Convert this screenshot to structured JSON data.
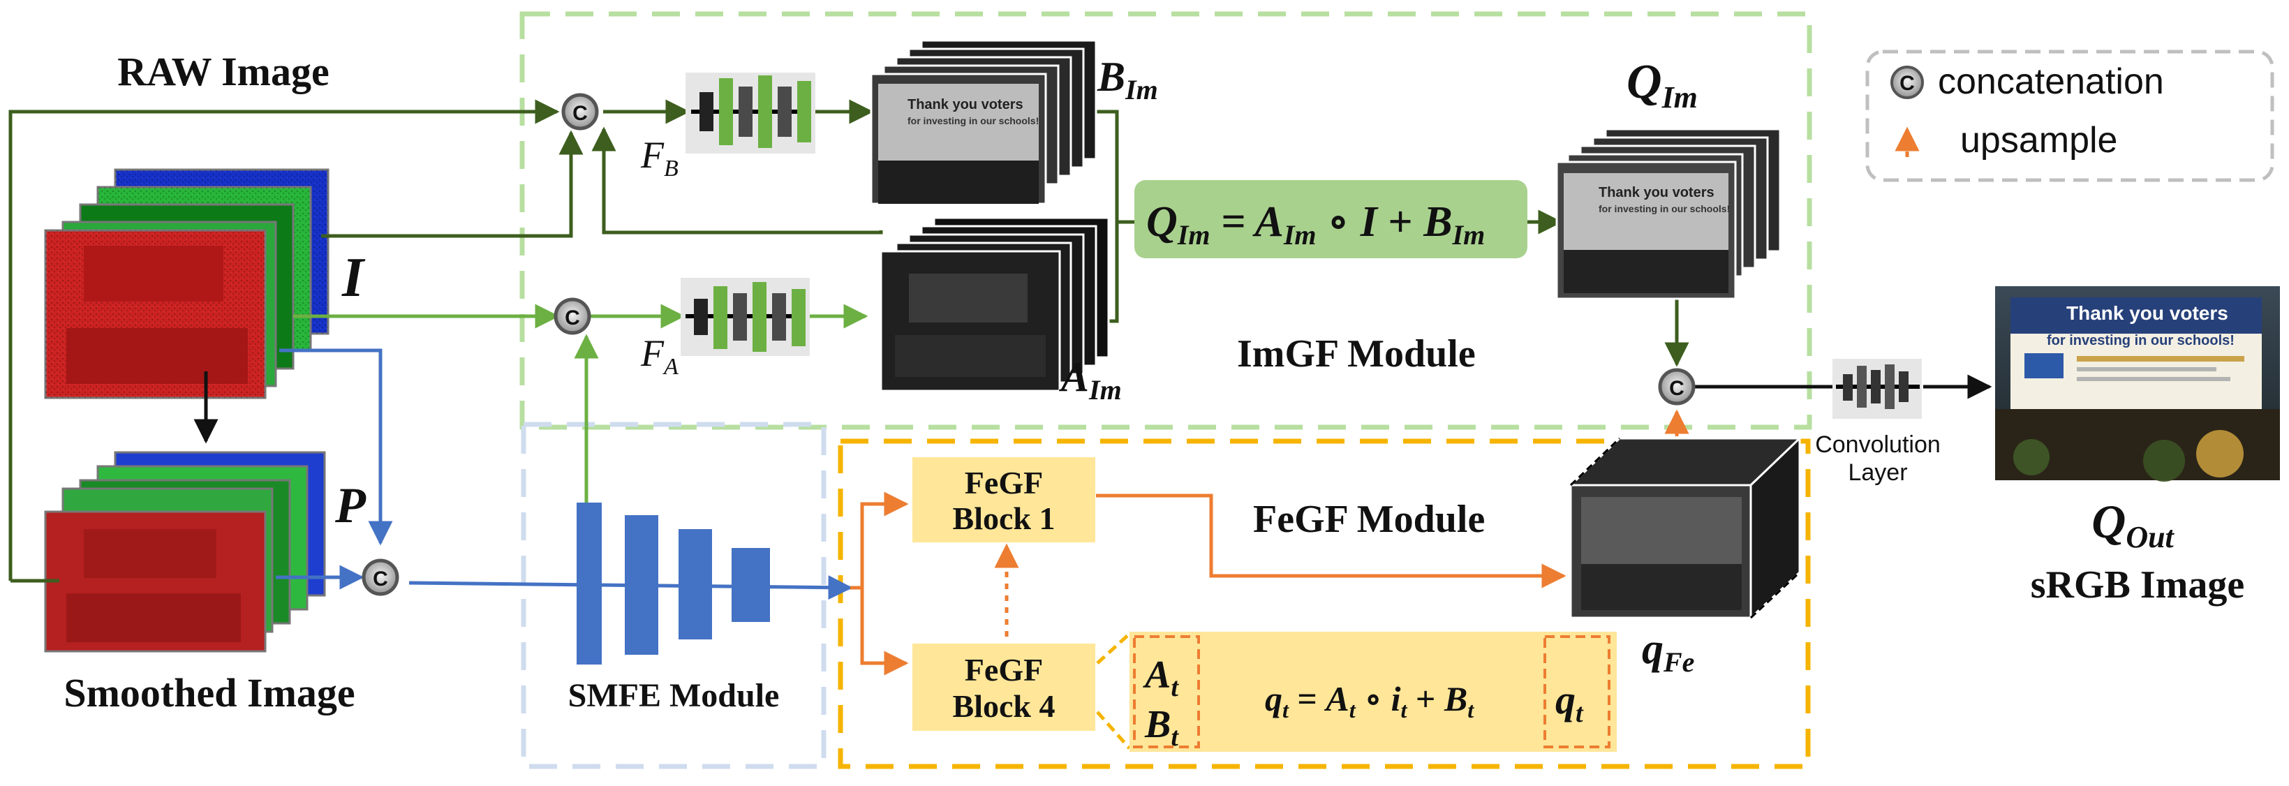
{
  "diagram": {
    "inputs": {
      "raw_image_label": "RAW Image",
      "smoothed_image_label": "Smoothed Image",
      "raw_symbol": "I",
      "smoothed_symbol": "P"
    },
    "imgf": {
      "module_label": "ImGF Module",
      "fb_label": "F",
      "fb_sub": "B",
      "fa_label": "F",
      "fa_sub": "A",
      "b_label": "B",
      "b_sub": "Im",
      "a_label": "A",
      "a_sub": "Im",
      "q_label": "Q",
      "q_sub": "Im",
      "equation": {
        "lhs": "Q",
        "lhs_sub": "Im",
        "eq": " = ",
        "a": "A",
        "a_sub": "Im",
        "op": " ∘ ",
        "i": "I",
        "plus": " + ",
        "b": "B",
        "b_sub": "Im"
      }
    },
    "smfe": {
      "module_label": "SMFE Module"
    },
    "fegf": {
      "module_label": "FeGF Module",
      "block1_line1": "FeGF",
      "block1_line2": "Block 1",
      "block4_line1": "FeGF",
      "block4_line2": "Block 4",
      "at": "A",
      "at_sub": "t",
      "bt": "B",
      "bt_sub": "t",
      "qt_out": "q",
      "qt_out_sub": "t",
      "q_fe": "q",
      "q_fe_sub": "Fe",
      "equation": {
        "q": "q",
        "q_sub": "t",
        "eq": " = ",
        "a": "A",
        "a_sub": "t",
        "op": " ∘ ",
        "i": "i",
        "i_sub": "t",
        "plus": " + ",
        "b": "B",
        "b_sub": "t"
      }
    },
    "output": {
      "conv_line1": "Convolution",
      "conv_line2": "Layer",
      "q_out": "Q",
      "q_out_sub": "Out",
      "srgb_label": "sRGB Image"
    },
    "legend": {
      "concat_symbol": "C",
      "concat_label": "concatenation",
      "upsample_label": "upsample"
    },
    "image_text": {
      "sign_title": "Thank you voters",
      "sign_subtitle": "for investing in our schools!"
    },
    "colors": {
      "dark_green": "#3d5e1e",
      "light_green": "#6cb043",
      "blue": "#4472c4",
      "orange": "#ed7d31",
      "yellow_fill": "#ffe699",
      "yellow_border": "#f5b400",
      "green_fill": "#a9d18e",
      "light_green_dash": "#b7dfa0",
      "light_blue_dash": "#cfdcee",
      "legend_border": "#bfbfbf"
    }
  }
}
